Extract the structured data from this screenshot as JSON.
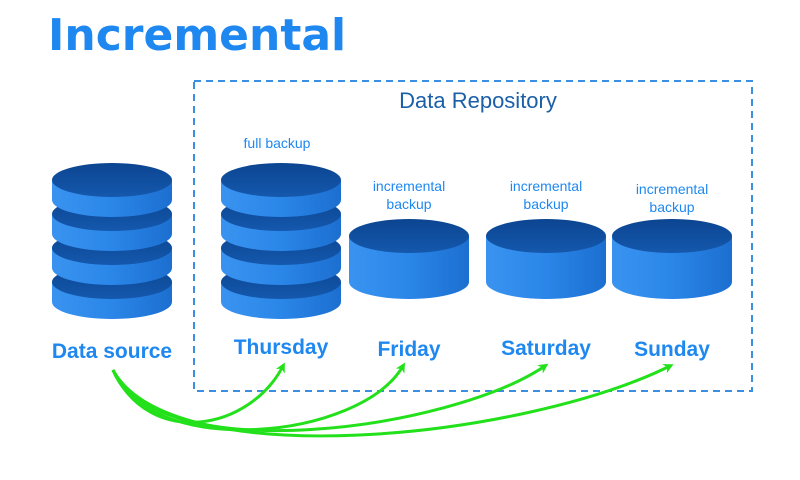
{
  "title": "Incremental",
  "repository_label": "Data Repository",
  "source": {
    "label": "Data source"
  },
  "backups": [
    {
      "day": "Thursday",
      "type_line1": "full backup",
      "type_line2": "",
      "kind": "full"
    },
    {
      "day": "Friday",
      "type_line1": "incremental",
      "type_line2": "backup",
      "kind": "incremental"
    },
    {
      "day": "Saturday",
      "type_line1": "incremental",
      "type_line2": "backup",
      "kind": "incremental"
    },
    {
      "day": "Sunday",
      "type_line1": "incremental",
      "type_line2": "backup",
      "kind": "incremental"
    }
  ],
  "colors": {
    "title": "#1e88f0",
    "label": "#1e88f0",
    "repo_text": "#1a5fa8",
    "dashed_border": "#3a8fe0",
    "disk_top": "#0d4e9e",
    "disk_side": "#2a86e8",
    "arrow": "#22e01a"
  }
}
